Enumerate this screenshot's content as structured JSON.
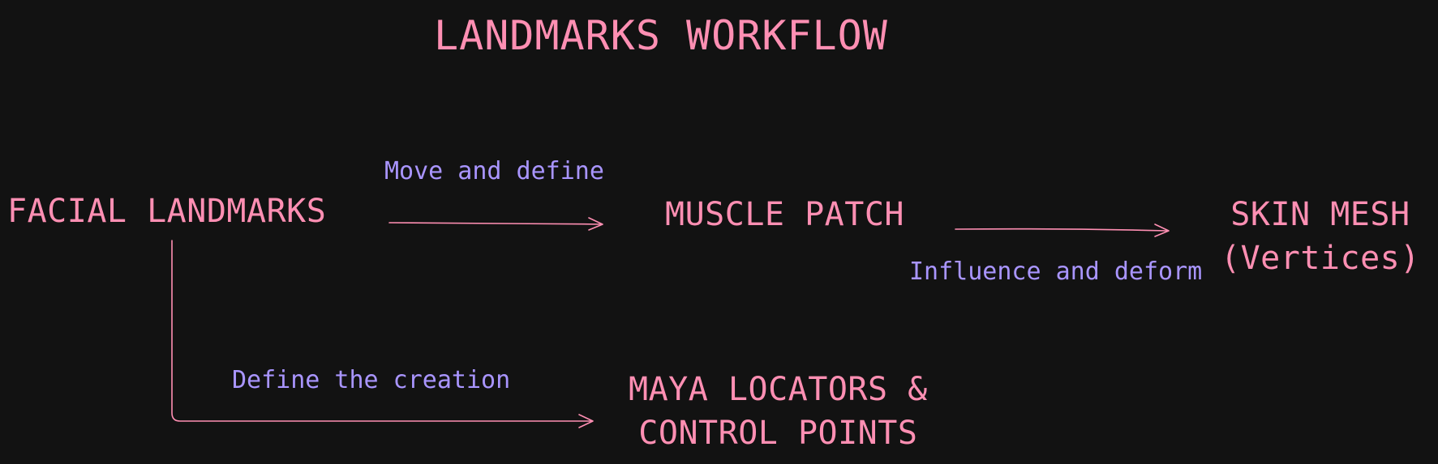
{
  "title": "LANDMARKS WORKFLOW",
  "nodes": {
    "facial_landmarks": "FACIAL LANDMARKS",
    "muscle_patch": "MUSCLE PATCH",
    "skin_mesh": {
      "line1": "SKIN MESH",
      "line2": "(Vertices)"
    },
    "maya_locators": {
      "line1": "MAYA LOCATORS &",
      "line2": "CONTROL POINTS"
    }
  },
  "edges": {
    "landmarks_to_muscle": "Move and define",
    "muscle_to_skin": "Influence and deform",
    "landmarks_to_maya": "Define the creation"
  },
  "colors": {
    "background": "#121212",
    "node_text": "#ff8fb3",
    "edge_label": "#a995ff",
    "arrow": "#ff8fb3"
  }
}
